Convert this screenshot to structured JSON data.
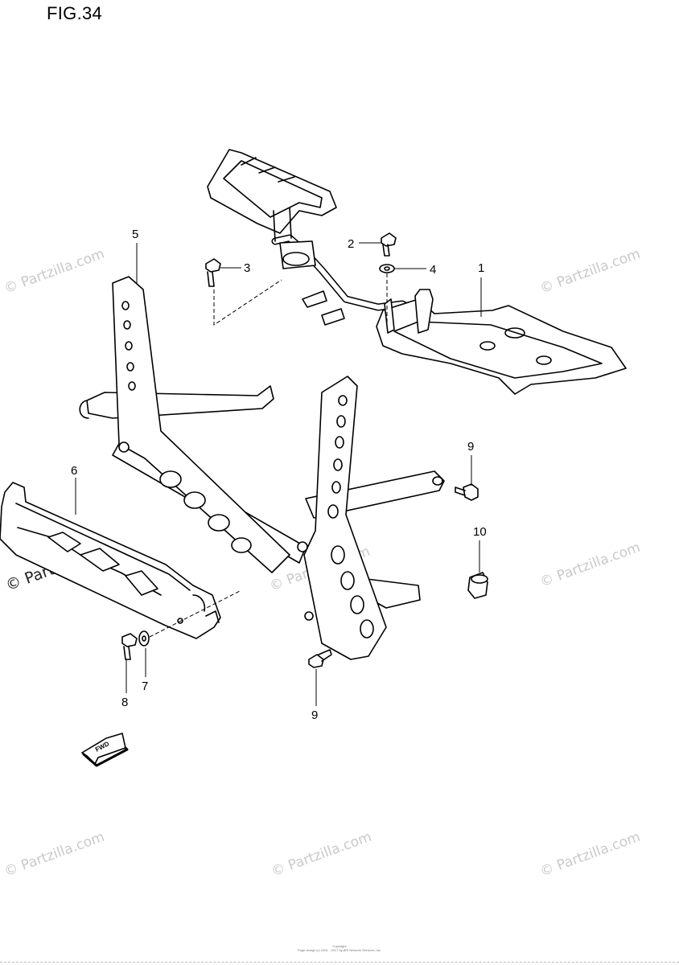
{
  "figure": {
    "title": "FIG.34"
  },
  "watermark": {
    "text": "© Partzilla.com"
  },
  "callouts": {
    "c1": "1",
    "c2": "2",
    "c3": "3",
    "c4": "4",
    "c5": "5",
    "c6": "6",
    "c7": "7",
    "c8": "8",
    "c9a": "9",
    "c9b": "9",
    "c10": "10"
  },
  "fwd_label": "FWD",
  "footer": {
    "line1": "Copyright",
    "line2": "Page design (c) 2001 - 2017 by ARI Network Services, Inc."
  }
}
